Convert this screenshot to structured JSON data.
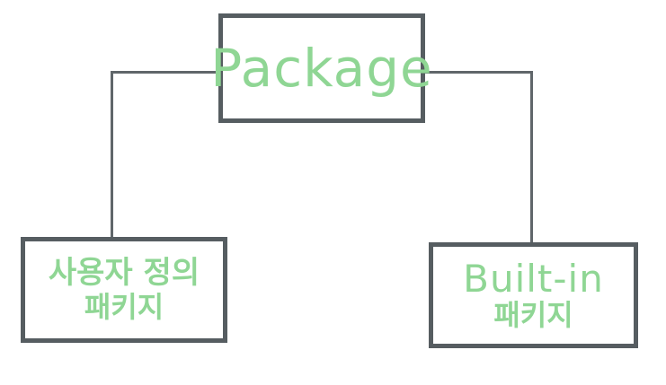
{
  "diagram": {
    "type": "tree",
    "colors": {
      "background": "#ffffff",
      "box_border": "#565d61",
      "connector_line": "#60666a",
      "text_green": "#8fd694"
    },
    "nodes": {
      "package": {
        "label": "Package"
      },
      "user_defined": {
        "line1": "사용자 정의",
        "line2": "패키지"
      },
      "built_in": {
        "line1": "Built-in",
        "line2": "패키지"
      }
    },
    "edges": [
      {
        "from": "package",
        "to": "user_defined"
      },
      {
        "from": "package",
        "to": "built_in"
      }
    ]
  }
}
